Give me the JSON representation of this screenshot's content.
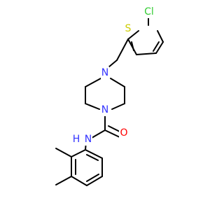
{
  "molecule": {
    "atoms": {
      "cl": "Cl",
      "s": "S",
      "n_top": "N",
      "n_bottom": "N",
      "nh_n": "N",
      "nh_h": "H",
      "o": "O"
    }
  },
  "colors": {
    "bond": "#000000",
    "cl": "#33cc33",
    "s": "#cccc00",
    "n": "#3333ff",
    "o": "#ff0000",
    "background": "#ffffff"
  }
}
